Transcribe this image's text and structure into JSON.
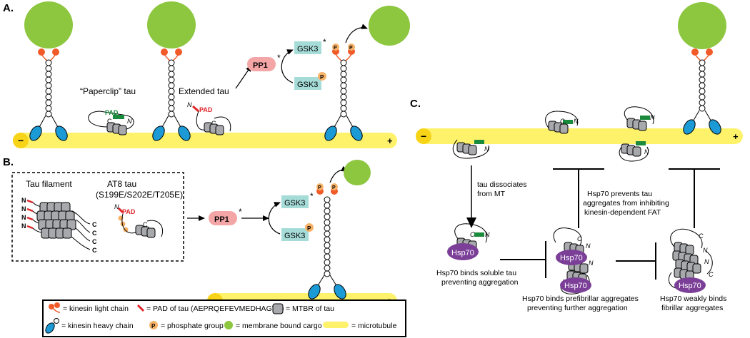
{
  "panels": {
    "a": "A.",
    "b": "B.",
    "c": "C."
  },
  "microtubule": {
    "minus": "−",
    "plus": "+"
  },
  "panel_a": {
    "paperclip_label": "“Paperclip” tau",
    "extended_label": "Extended tau",
    "pad": "PAD",
    "c": "C",
    "n": "N",
    "pp1": "PP1",
    "gsk3": "GSK3",
    "p": "P",
    "star": "*"
  },
  "panel_b": {
    "filament_label": "Tau filament",
    "at8_label": "AT8 tau",
    "at8_mutations": "(S199E/S202E/T205E)",
    "filament_n": [
      "N",
      "N",
      "N",
      "N"
    ],
    "filament_c": [
      "C",
      "C",
      "C",
      "C"
    ],
    "pad": "PAD",
    "pp1": "PP1",
    "gsk3": "GSK3"
  },
  "panel_c": {
    "dissociates": [
      "tau dissociates",
      "from MT"
    ],
    "prevents_fat": [
      "Hsp70 prevents tau",
      "aggregates from inhibiting",
      "kinesin-dependent FAT"
    ],
    "hsp70": "Hsp70",
    "caption1": [
      "Hsp70 binds soluble tau",
      "preventing aggregation"
    ],
    "caption2": [
      "Hsp70 binds prefibrillar aggregates",
      "preventing further aggregation"
    ],
    "caption3": [
      "Hsp70 weakly binds",
      "fibrillar aggregates"
    ]
  },
  "legend": {
    "kinesin_light": "= kinesin light chain",
    "pad_of_tau": "= PAD of tau (AEPRQEFEVMEDHAGTY)",
    "mtbr": "= MTBR of tau",
    "kinesin_heavy": "= kinesin heavy chain",
    "phosphate": "= phosphate group",
    "cargo": "= membrane bound cargo",
    "microtubule": "= microtubule"
  },
  "colors": {
    "cargo": "#8dc63f",
    "microtubule": "#fff26b",
    "kinesin_heavy": "#1c9ad6",
    "kinesin_light": "#f15a29",
    "pp1": "#f4a6a6",
    "gsk3": "#a6dcd8",
    "hsp70": "#7b3f98",
    "phosphate": "#f7b267",
    "pad_red": "#e0262a",
    "pad_green": "#1a8a3c",
    "mtbr": "#a7a9ac"
  }
}
